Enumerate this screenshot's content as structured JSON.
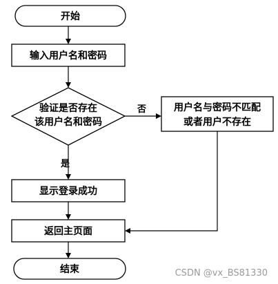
{
  "flowchart": {
    "start": "开始",
    "input": "输入用户名和密码",
    "decision_line1": "验证是否存在",
    "decision_line2": "该用户名和密码",
    "no_label": "否",
    "error_line1": "用户名与密码不匹配",
    "error_line2": "或者用户不存在",
    "yes_label": "是",
    "success": "显示登录成功",
    "return": "返回主页面",
    "end": "结束"
  },
  "watermark": "CSDN @vx_BS81330"
}
